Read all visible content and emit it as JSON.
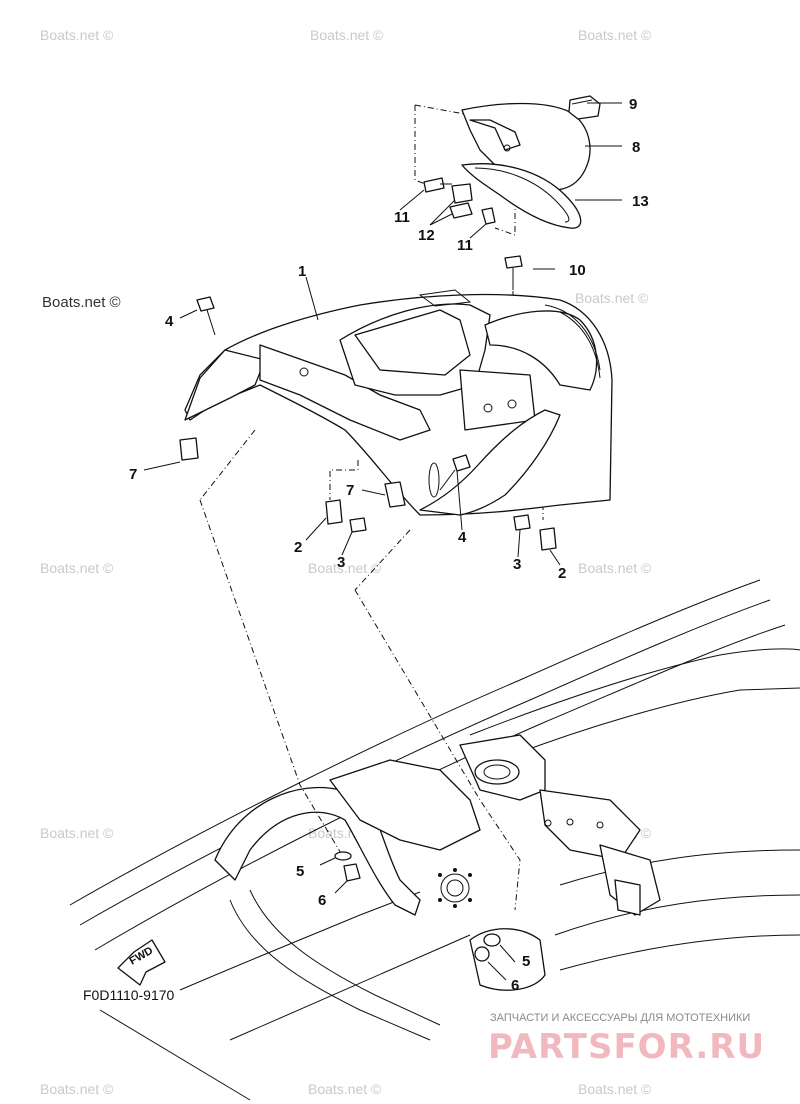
{
  "watermarks": [
    {
      "text": "Boats.net ©"
    },
    {
      "text": "Boats.net ©"
    },
    {
      "text": "Boats.net ©"
    },
    {
      "text": "Boats.net ©"
    },
    {
      "text": "Boats.net ©"
    },
    {
      "text": "Boats.net ©"
    },
    {
      "text": "Boats.net ©"
    },
    {
      "text": "Boats.net ©"
    },
    {
      "text": "Boats.net ©"
    },
    {
      "text": "Boats.net ©"
    },
    {
      "text": "Boats.net ©"
    },
    {
      "text": "Boats.net ©"
    },
    {
      "text": "Boats.net ©"
    },
    {
      "text": "Boats.net ©"
    }
  ],
  "callouts": {
    "c1": "1",
    "c2a": "2",
    "c2b": "2",
    "c3a": "3",
    "c3b": "3",
    "c4a": "4",
    "c4b": "4",
    "c5a": "5",
    "c5b": "5",
    "c6a": "6",
    "c6b": "6",
    "c7a": "7",
    "c7b": "7",
    "c8": "8",
    "c9": "9",
    "c10": "10",
    "c11a": "11",
    "c11b": "11",
    "c12": "12",
    "c13": "13"
  },
  "fwd_label": "FWD",
  "figure_code": "F0D1110-9170",
  "brand": {
    "subtitle": "ЗАПЧАСТИ И АКСЕССУАРЫ ДЛЯ МОТОТЕХНИКИ",
    "name": "PARTSFOR.RU",
    "color": "#f2b8bf"
  }
}
